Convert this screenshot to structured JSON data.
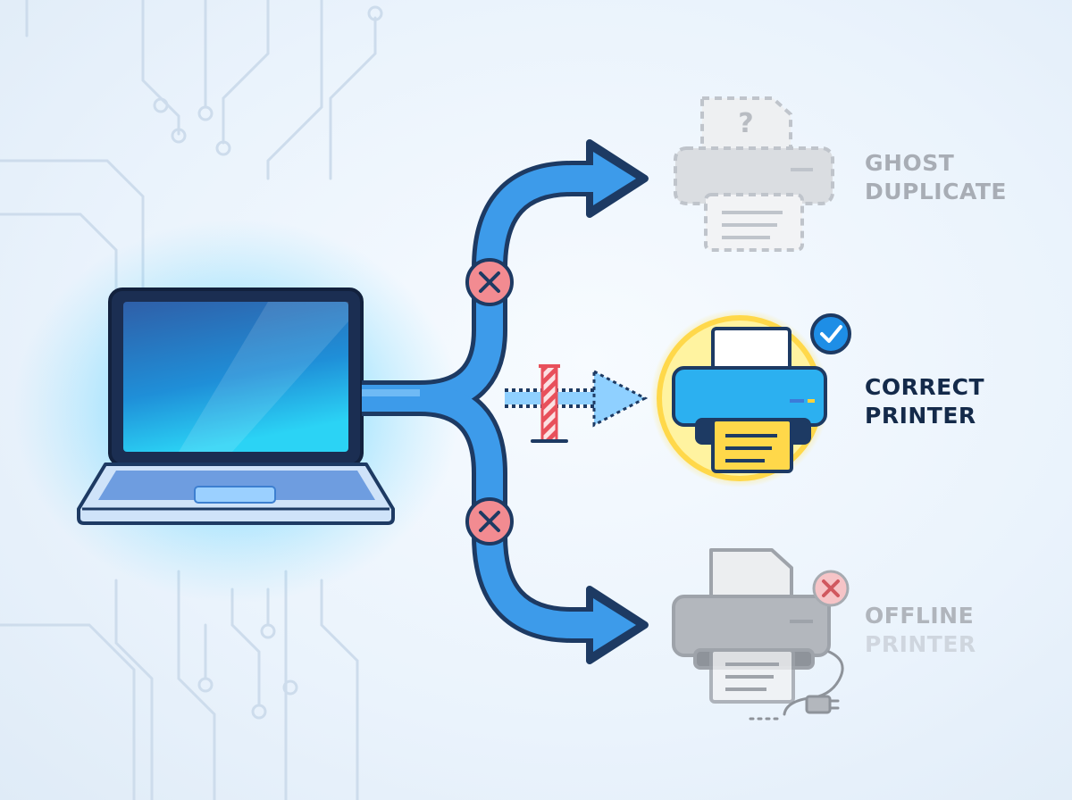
{
  "targets": {
    "ghost": {
      "line1": "GHOST",
      "line2": "DUPLICATE",
      "status": "blocked",
      "status_icon": "x-icon"
    },
    "correct": {
      "line1": "CORRECT",
      "line2": "PRINTER",
      "status": "selected",
      "status_icon": "check-icon"
    },
    "offline": {
      "line1": "OFFLINE",
      "line2": "PRINTER",
      "status": "blocked",
      "status_icon": "x-icon"
    }
  },
  "ghost_page_mark": "?",
  "colors": {
    "route_fill": "#3d9bea",
    "route_outline": "#1d3a63",
    "block_red": "#e8505b",
    "block_fill": "#f4a6ab",
    "highlight_yellow": "#ffe36e",
    "printer_blue": "#2cb0f0",
    "ghost_gray": "#c8ccd2",
    "check_blue": "#1e8ee6"
  }
}
